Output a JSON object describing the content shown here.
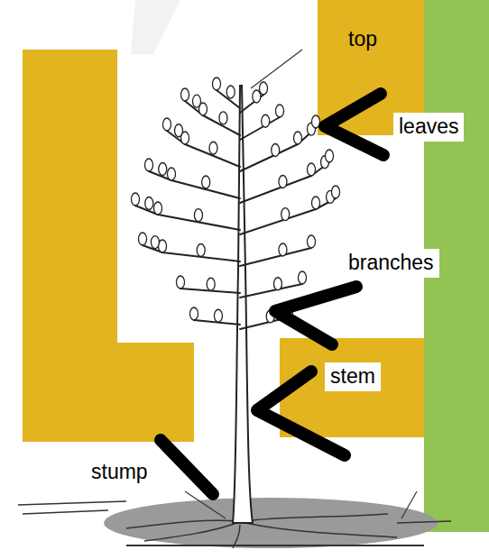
{
  "diagram": {
    "labels": [
      "top",
      "leaves",
      "branches",
      "stem",
      "stump"
    ]
  }
}
